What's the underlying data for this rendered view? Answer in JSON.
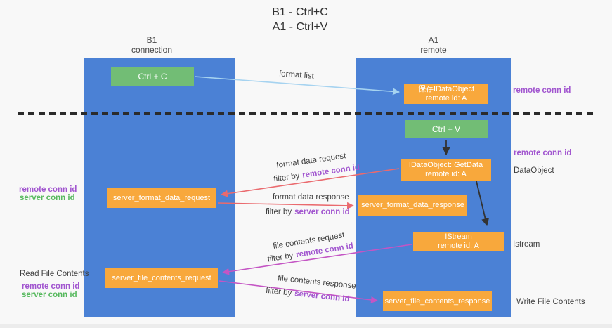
{
  "title": {
    "line1": "B1 - Ctrl+C",
    "line2": "A1 - Ctrl+V"
  },
  "lanes": {
    "left": {
      "name": "B1",
      "role": "connection"
    },
    "right": {
      "name": "A1",
      "role": "remote"
    }
  },
  "nodes": {
    "ctrl_c": {
      "label": "Ctrl + C"
    },
    "ctrl_v": {
      "label": "Ctrl + V"
    },
    "save_dataobject": {
      "line1": "保存IDataObject",
      "line2": "remote id: A"
    },
    "getdata": {
      "line1": "IDataObject::GetData",
      "line2": "remote id: A"
    },
    "istream": {
      "line1": "IStream",
      "line2": "remote id: A"
    },
    "format_request": {
      "label": "server_format_data_request"
    },
    "format_response": {
      "label": "server_format_data_response"
    },
    "file_request": {
      "label": "server_file_contents_request"
    },
    "file_response": {
      "label": "server_file_contents_response"
    }
  },
  "edges": {
    "format_list": {
      "label": "format list"
    },
    "format_data_request": {
      "label": "format data request",
      "filter_prefix": "filter by",
      "filter_value": "remote conn id"
    },
    "format_data_response": {
      "label": "format data response",
      "filter_prefix": "filter by",
      "filter_value": "server conn id"
    },
    "file_contents_request": {
      "label": "file contents request",
      "filter_prefix": "filter by",
      "filter_value": "remote conn id"
    },
    "file_contents_response": {
      "label": "file contents response",
      "filter_prefix": "filter by",
      "filter_value": "server conn id"
    }
  },
  "annotations": {
    "remote_conn_id_top_right": "remote conn id",
    "remote_conn_id_mid_right": "remote conn id",
    "dataobject": "DataObject",
    "istream": "Istream",
    "write_file_contents": "Write File Contents",
    "read_file_contents": "Read File Contents",
    "left_top": {
      "remote": "remote conn id",
      "server": "server conn id"
    },
    "left_bottom": {
      "remote": "remote conn id",
      "server": "server conn id"
    }
  },
  "colors": {
    "lane_blue": "#4b81d5",
    "node_green": "#72bd75",
    "node_orange": "#f8a83c",
    "arrow_light_blue": "#a6d3f0",
    "arrow_red": "#ea6a6e",
    "arrow_magenta": "#c455c4",
    "arrow_black": "#333333",
    "dashed_divider": "#2b2b2b",
    "label_purple": "#a155cf",
    "label_green": "#57b95e",
    "background": "#f8f8f8"
  }
}
